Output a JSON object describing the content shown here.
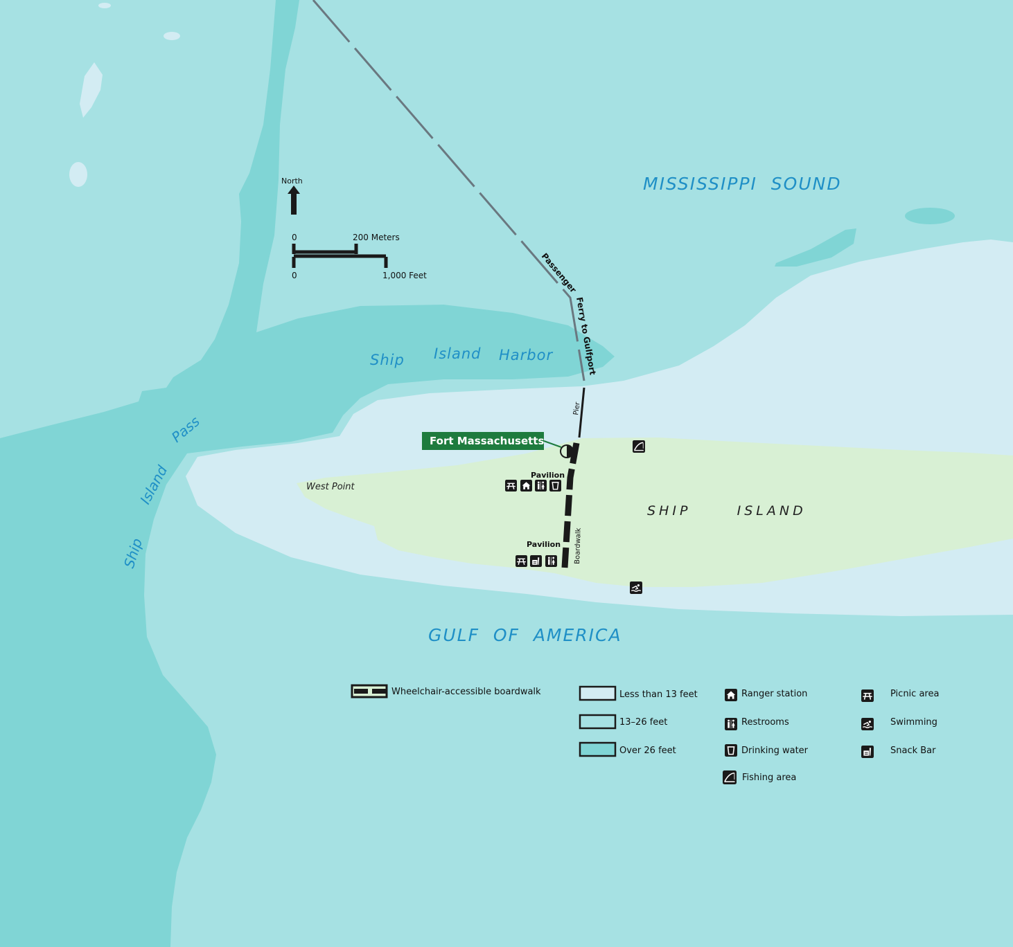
{
  "colors": {
    "water_shallow": "#d3ecf3",
    "water_mid": "#a6e1e3",
    "water_deep": "#80d5d5",
    "land": "#d8f0d4",
    "fort_badge": "#1e7b3e",
    "text_water": "#1f8fc6",
    "ink": "#1a1a1a"
  },
  "water_labels": {
    "mississippi_sound": "MISSISSIPPI  SOUND",
    "gulf": "GULF  OF  AMERICA",
    "harbor_ship": "Ship",
    "harbor_island": "Island",
    "harbor_harbor": "Harbor",
    "pass_ship": "Ship",
    "pass_island": "Island",
    "pass_pass": "Pass"
  },
  "land_labels": {
    "ship_island": "SHIP      ISLAND",
    "west_point": "West Point"
  },
  "route_labels": {
    "passenger": "Passenger",
    "ferry": "Ferry to Gulfport",
    "pier": "Pier",
    "boardwalk": "Boardwalk"
  },
  "features": {
    "fort": "Fort Massachusetts",
    "pavilion_north": "Pavilion",
    "pavilion_south": "Pavilion"
  },
  "compass": {
    "label": "North"
  },
  "scale_bar": {
    "meters_start": "0",
    "meters_end": "200 Meters",
    "feet_start": "0",
    "feet_end": "1,000 Feet"
  },
  "legend": {
    "boardwalk": "Wheelchair-accessible boardwalk",
    "depth": [
      {
        "label": "Less than 13 feet",
        "color": "#d3ecf3"
      },
      {
        "label": "13–26 feet",
        "color": "#a6e1e3"
      },
      {
        "label": "Over 26 feet",
        "color": "#80d5d5"
      }
    ],
    "facilities": [
      {
        "label": "Ranger station",
        "icon": "ranger-station-icon"
      },
      {
        "label": "Restrooms",
        "icon": "restrooms-icon"
      },
      {
        "label": "Drinking water",
        "icon": "drinking-water-icon"
      },
      {
        "label": "Fishing area",
        "icon": "fishing-area-icon"
      }
    ],
    "activities": [
      {
        "label": "Picnic area",
        "icon": "picnic-area-icon"
      },
      {
        "label": "Swimming",
        "icon": "swimming-icon"
      },
      {
        "label": "Snack Bar",
        "icon": "snack-bar-icon"
      }
    ]
  }
}
